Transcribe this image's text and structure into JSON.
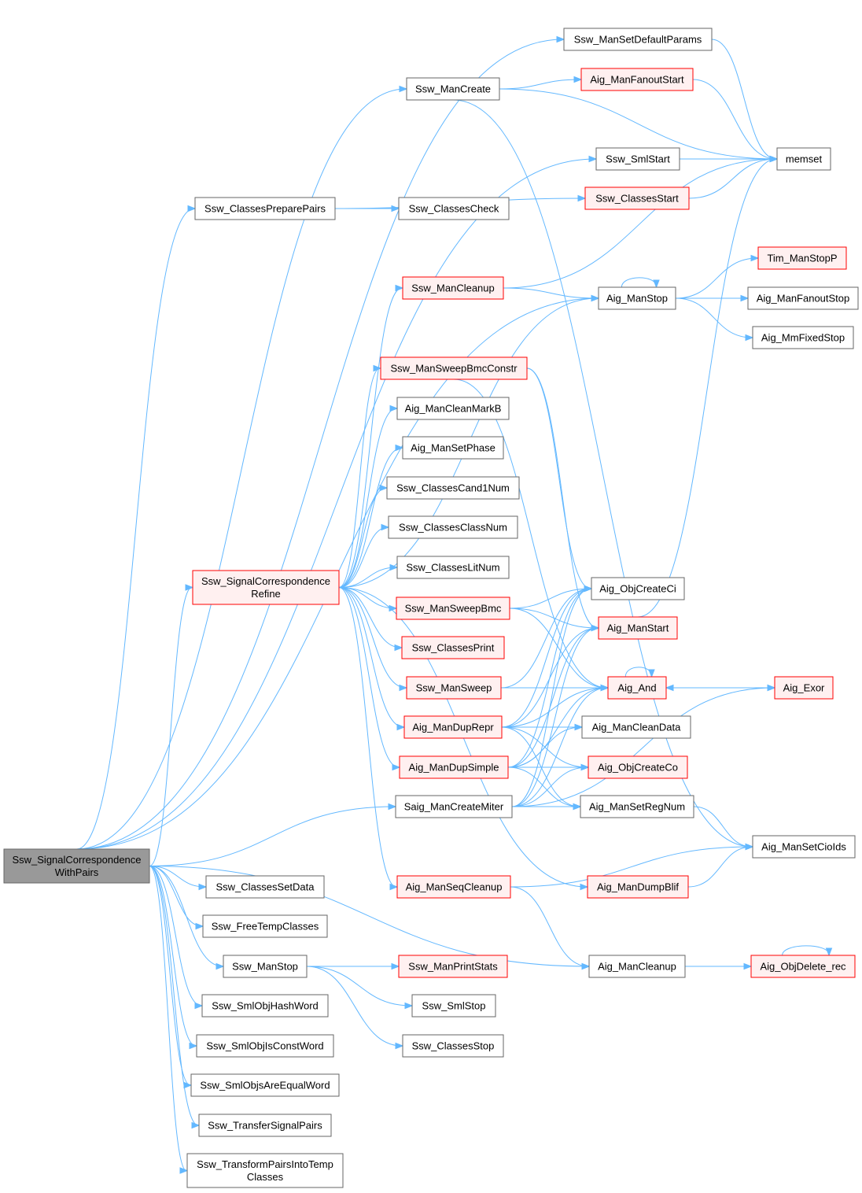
{
  "diagram": {
    "type": "call-graph",
    "colors": {
      "edge": "#63b8ff",
      "root_fill": "#999999",
      "red_border": "#ff0000",
      "red_fill": "#fff0f0",
      "plain_border": "#666666"
    },
    "nodes": [
      {
        "id": "root",
        "lines": [
          "Ssw_SignalCorrespondence",
          "WithPairs"
        ],
        "style": "root"
      },
      {
        "id": "setdefault",
        "lines": [
          "Ssw_ManSetDefaultParams"
        ],
        "style": "plain"
      },
      {
        "id": "mancreate",
        "lines": [
          "Ssw_ManCreate"
        ],
        "style": "plain"
      },
      {
        "id": "fanoutstart",
        "lines": [
          "Aig_ManFanoutStart"
        ],
        "style": "red"
      },
      {
        "id": "memset",
        "lines": [
          "memset"
        ],
        "style": "plain"
      },
      {
        "id": "smlstart",
        "lines": [
          "Ssw_SmlStart"
        ],
        "style": "plain"
      },
      {
        "id": "preparepairs",
        "lines": [
          "Ssw_ClassesPreparePairs"
        ],
        "style": "plain"
      },
      {
        "id": "classesstart",
        "lines": [
          "Ssw_ClassesStart"
        ],
        "style": "red"
      },
      {
        "id": "classescheck",
        "lines": [
          "Ssw_ClassesCheck"
        ],
        "style": "plain"
      },
      {
        "id": "timstop",
        "lines": [
          "Tim_ManStopP"
        ],
        "style": "red"
      },
      {
        "id": "mancleanup",
        "lines": [
          "Ssw_ManCleanup"
        ],
        "style": "red"
      },
      {
        "id": "aigstop",
        "lines": [
          "Aig_ManStop"
        ],
        "style": "plain"
      },
      {
        "id": "fanoutstop",
        "lines": [
          "Aig_ManFanoutStop"
        ],
        "style": "plain"
      },
      {
        "id": "mmfixed",
        "lines": [
          "Aig_MmFixedStop"
        ],
        "style": "plain"
      },
      {
        "id": "sweepbmcconstr",
        "lines": [
          "Ssw_ManSweepBmcConstr"
        ],
        "style": "red"
      },
      {
        "id": "cleanmarkb",
        "lines": [
          "Aig_ManCleanMarkB"
        ],
        "style": "plain"
      },
      {
        "id": "setphase",
        "lines": [
          "Aig_ManSetPhase"
        ],
        "style": "plain"
      },
      {
        "id": "cand1num",
        "lines": [
          "Ssw_ClassesCand1Num"
        ],
        "style": "plain"
      },
      {
        "id": "classnum",
        "lines": [
          "Ssw_ClassesClassNum"
        ],
        "style": "plain"
      },
      {
        "id": "sigrefine",
        "lines": [
          "Ssw_SignalCorrespondence",
          "Refine"
        ],
        "style": "red"
      },
      {
        "id": "litnum",
        "lines": [
          "Ssw_ClassesLitNum"
        ],
        "style": "plain"
      },
      {
        "id": "objcreateci",
        "lines": [
          "Aig_ObjCreateCi"
        ],
        "style": "plain"
      },
      {
        "id": "sweepbmc",
        "lines": [
          "Ssw_ManSweepBmc"
        ],
        "style": "red"
      },
      {
        "id": "manstart",
        "lines": [
          "Aig_ManStart"
        ],
        "style": "red"
      },
      {
        "id": "classesprint",
        "lines": [
          "Ssw_ClassesPrint"
        ],
        "style": "red"
      },
      {
        "id": "sweep",
        "lines": [
          "Ssw_ManSweep"
        ],
        "style": "red"
      },
      {
        "id": "aigand",
        "lines": [
          "Aig_And"
        ],
        "style": "red"
      },
      {
        "id": "exor",
        "lines": [
          "Aig_Exor"
        ],
        "style": "red"
      },
      {
        "id": "duprepr",
        "lines": [
          "Aig_ManDupRepr"
        ],
        "style": "red"
      },
      {
        "id": "cleandata",
        "lines": [
          "Aig_ManCleanData"
        ],
        "style": "plain"
      },
      {
        "id": "dupsimple",
        "lines": [
          "Aig_ManDupSimple"
        ],
        "style": "red"
      },
      {
        "id": "objcreateco",
        "lines": [
          "Aig_ObjCreateCo"
        ],
        "style": "red"
      },
      {
        "id": "createmiter",
        "lines": [
          "Saig_ManCreateMiter"
        ],
        "style": "plain"
      },
      {
        "id": "setregnum",
        "lines": [
          "Aig_ManSetRegNum"
        ],
        "style": "plain"
      },
      {
        "id": "setcioids",
        "lines": [
          "Aig_ManSetCioIds"
        ],
        "style": "plain"
      },
      {
        "id": "classessetdata",
        "lines": [
          "Ssw_ClassesSetData"
        ],
        "style": "plain"
      },
      {
        "id": "seqcleanup",
        "lines": [
          "Aig_ManSeqCleanup"
        ],
        "style": "red"
      },
      {
        "id": "dumpblif",
        "lines": [
          "Aig_ManDumpBlif"
        ],
        "style": "red"
      },
      {
        "id": "freetemp",
        "lines": [
          "Ssw_FreeTempClasses"
        ],
        "style": "plain"
      },
      {
        "id": "sswmanstop",
        "lines": [
          "Ssw_ManStop"
        ],
        "style": "plain"
      },
      {
        "id": "printstats",
        "lines": [
          "Ssw_ManPrintStats"
        ],
        "style": "red"
      },
      {
        "id": "aigcleanup",
        "lines": [
          "Aig_ManCleanup"
        ],
        "style": "plain"
      },
      {
        "id": "objdelete",
        "lines": [
          "Aig_ObjDelete_rec"
        ],
        "style": "red"
      },
      {
        "id": "smlstop",
        "lines": [
          "Ssw_SmlStop"
        ],
        "style": "plain"
      },
      {
        "id": "hashword",
        "lines": [
          "Ssw_SmlObjHashWord"
        ],
        "style": "plain"
      },
      {
        "id": "classesstop",
        "lines": [
          "Ssw_ClassesStop"
        ],
        "style": "plain"
      },
      {
        "id": "isconst",
        "lines": [
          "Ssw_SmlObjIsConstWord"
        ],
        "style": "plain"
      },
      {
        "id": "areequal",
        "lines": [
          "Ssw_SmlObjsAreEqualWord"
        ],
        "style": "plain"
      },
      {
        "id": "transfer",
        "lines": [
          "Ssw_TransferSignalPairs"
        ],
        "style": "plain"
      },
      {
        "id": "transform",
        "lines": [
          "Ssw_TransformPairsIntoTemp",
          "Classes"
        ],
        "style": "plain"
      }
    ],
    "edges": [
      [
        "root",
        "setdefault"
      ],
      [
        "root",
        "mancreate"
      ],
      [
        "root",
        "smlstart"
      ],
      [
        "root",
        "preparepairs"
      ],
      [
        "root",
        "aigstop"
      ],
      [
        "root",
        "sigrefine"
      ],
      [
        "root",
        "createmiter"
      ],
      [
        "root",
        "aigcleanup"
      ],
      [
        "root",
        "classessetdata"
      ],
      [
        "root",
        "freetemp"
      ],
      [
        "root",
        "sswmanstop"
      ],
      [
        "root",
        "hashword"
      ],
      [
        "root",
        "isconst"
      ],
      [
        "root",
        "areequal"
      ],
      [
        "root",
        "transfer"
      ],
      [
        "root",
        "transform"
      ],
      [
        "setdefault",
        "memset"
      ],
      [
        "mancreate",
        "fanoutstart"
      ],
      [
        "mancreate",
        "memset"
      ],
      [
        "mancreate",
        "setcioids"
      ],
      [
        "fanoutstart",
        "memset"
      ],
      [
        "smlstart",
        "memset"
      ],
      [
        "preparepairs",
        "classesstart"
      ],
      [
        "preparepairs",
        "classescheck"
      ],
      [
        "classesstart",
        "memset"
      ],
      [
        "mancleanup",
        "memset"
      ],
      [
        "mancleanup",
        "aigstop"
      ],
      [
        "aigstop",
        "aigstop"
      ],
      [
        "aigstop",
        "timstop"
      ],
      [
        "aigstop",
        "fanoutstop"
      ],
      [
        "aigstop",
        "mmfixed"
      ],
      [
        "sigrefine",
        "mancleanup"
      ],
      [
        "sigrefine",
        "aigstop"
      ],
      [
        "sigrefine",
        "sweepbmcconstr"
      ],
      [
        "sigrefine",
        "cleanmarkb"
      ],
      [
        "sigrefine",
        "setphase"
      ],
      [
        "sigrefine",
        "cand1num"
      ],
      [
        "sigrefine",
        "classnum"
      ],
      [
        "sigrefine",
        "litnum"
      ],
      [
        "sigrefine",
        "sweepbmc"
      ],
      [
        "sigrefine",
        "classesprint"
      ],
      [
        "sigrefine",
        "sweep"
      ],
      [
        "sigrefine",
        "duprepr"
      ],
      [
        "sigrefine",
        "dupsimple"
      ],
      [
        "sigrefine",
        "seqcleanup"
      ],
      [
        "sigrefine",
        "dumpblif"
      ],
      [
        "sweepbmcconstr",
        "objcreateci"
      ],
      [
        "sweepbmcconstr",
        "manstart"
      ],
      [
        "sweepbmcconstr",
        "aigand"
      ],
      [
        "sweepbmc",
        "objcreateci"
      ],
      [
        "sweepbmc",
        "manstart"
      ],
      [
        "sweepbmc",
        "aigand"
      ],
      [
        "sweep",
        "objcreateci"
      ],
      [
        "sweep",
        "aigand"
      ],
      [
        "manstart",
        "memset"
      ],
      [
        "aigand",
        "aigand"
      ],
      [
        "aigand",
        "exor"
      ],
      [
        "exor",
        "aigand"
      ],
      [
        "duprepr",
        "objcreateci"
      ],
      [
        "duprepr",
        "manstart"
      ],
      [
        "duprepr",
        "aigand"
      ],
      [
        "duprepr",
        "cleandata"
      ],
      [
        "duprepr",
        "objcreateco"
      ],
      [
        "duprepr",
        "setregnum"
      ],
      [
        "dupsimple",
        "objcreateci"
      ],
      [
        "dupsimple",
        "manstart"
      ],
      [
        "dupsimple",
        "aigand"
      ],
      [
        "dupsimple",
        "cleandata"
      ],
      [
        "dupsimple",
        "objcreateco"
      ],
      [
        "dupsimple",
        "setregnum"
      ],
      [
        "createmiter",
        "objcreateci"
      ],
      [
        "createmiter",
        "manstart"
      ],
      [
        "createmiter",
        "aigand"
      ],
      [
        "createmiter",
        "exor"
      ],
      [
        "createmiter",
        "objcreateco"
      ],
      [
        "createmiter",
        "setregnum"
      ],
      [
        "setregnum",
        "setcioids"
      ],
      [
        "seqcleanup",
        "setcioids"
      ],
      [
        "seqcleanup",
        "aigcleanup"
      ],
      [
        "dumpblif",
        "setcioids"
      ],
      [
        "sswmanstop",
        "printstats"
      ],
      [
        "sswmanstop",
        "smlstop"
      ],
      [
        "sswmanstop",
        "classesstop"
      ],
      [
        "aigcleanup",
        "objdelete"
      ],
      [
        "objdelete",
        "objdelete"
      ]
    ]
  }
}
